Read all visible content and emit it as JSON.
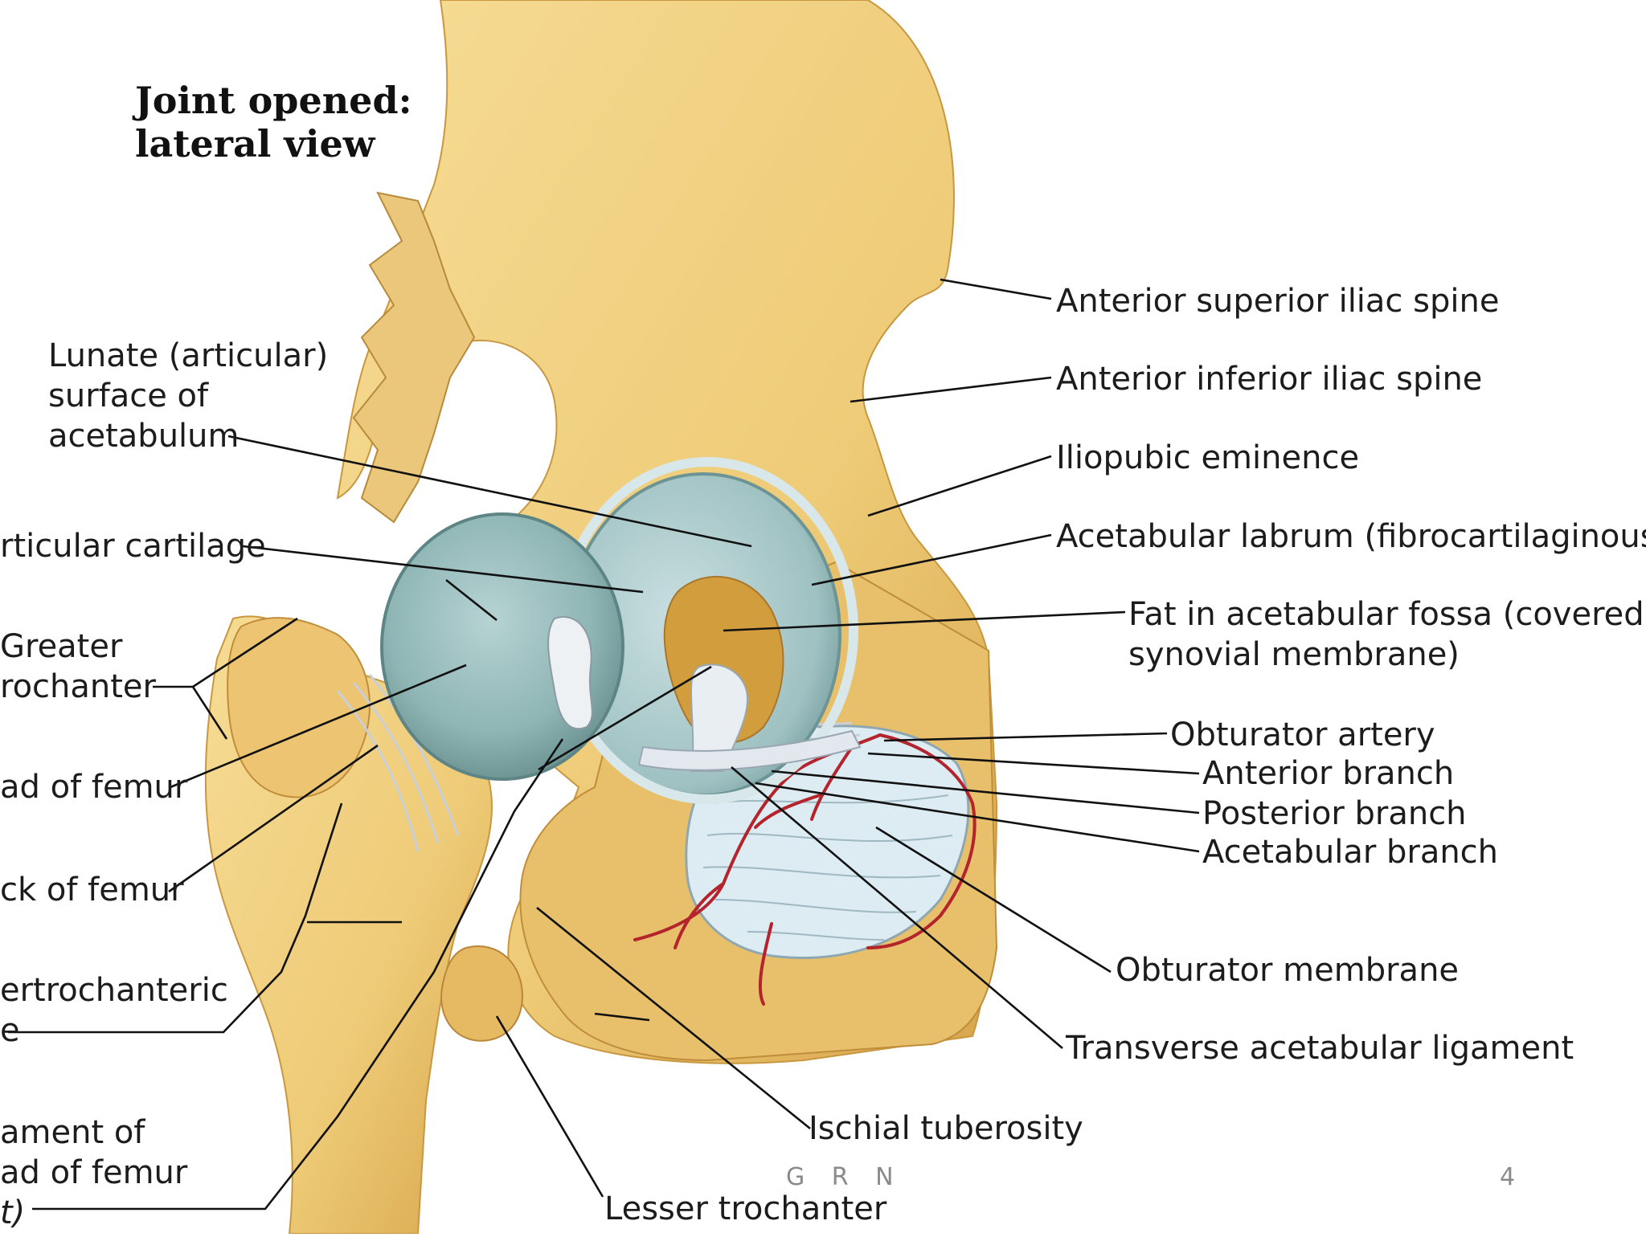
{
  "title": {
    "line1": "Joint opened:",
    "line2": "lateral view"
  },
  "labels": {
    "lunate": [
      "Lunate (articular)",
      "surface of",
      "acetabulum"
    ],
    "articular_cartilage": "rticular cartilage",
    "greater_trochanter": [
      "Greater",
      "rochanter"
    ],
    "head_of_femur": "ad of femur",
    "neck_of_femur": "ck of femur",
    "intertrochanteric": [
      "ertrochanteric",
      "e"
    ],
    "ligament_head": [
      "ament of",
      "ad of femur",
      "t)"
    ],
    "ant_sup_iliac_spine": "Anterior superior iliac spine",
    "ant_inf_iliac_spine": "Anterior inferior iliac spine",
    "iliopubic_eminence": "Iliopubic eminence",
    "acetabular_labrum": "Acetabular labrum (fibrocartilaginous)",
    "fat_fossa": [
      "Fat in acetabular fossa (covered by",
      "synovial membrane)"
    ],
    "obturator_artery": "Obturator artery",
    "anterior_branch": "Anterior branch",
    "posterior_branch": "Posterior branch",
    "acetabular_branch": "Acetabular branch",
    "obturator_membrane": "Obturator membrane",
    "transverse_ligament": "Transverse acetabular ligament",
    "ischial_tuberosity": "Ischial tuberosity",
    "lesser_trochanter": "Lesser trochanter"
  },
  "footer": {
    "initials": "G R N",
    "page_number": "4"
  },
  "colors": {
    "bone": "#f0cf7d",
    "bone_shade": "#d9ab4e",
    "cartilage": "#98bcbc",
    "membrane": "#dcecf2",
    "fat": "#d29d3c",
    "artery": "#b3242c",
    "leader": "#111111"
  }
}
